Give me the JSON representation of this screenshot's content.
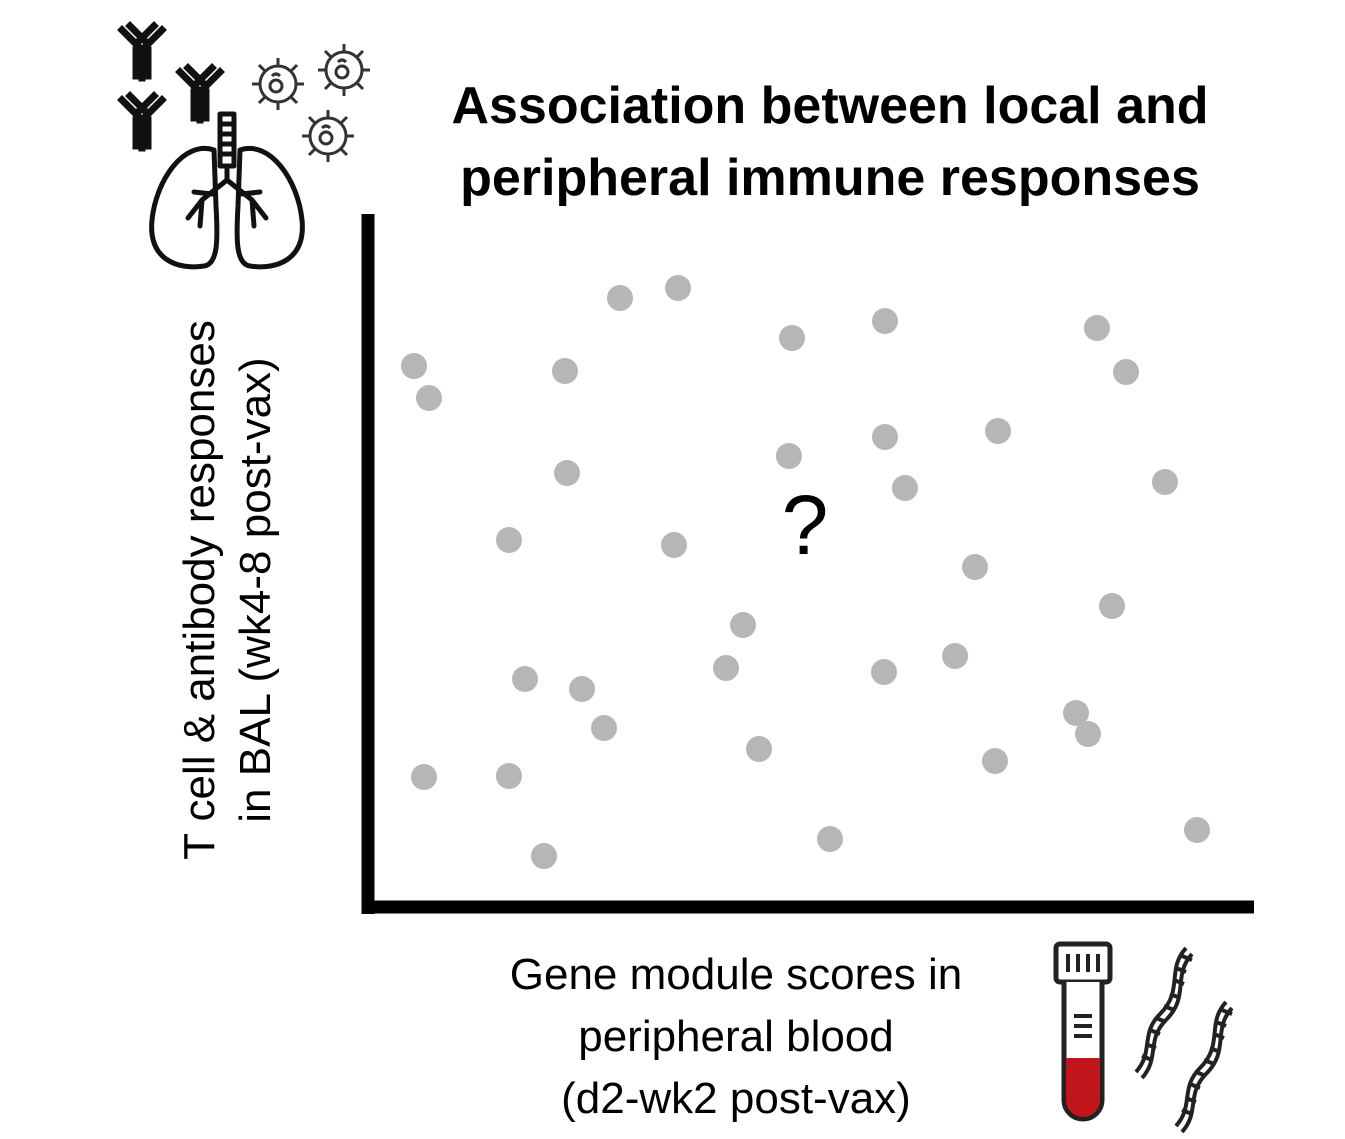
{
  "title": {
    "line1": "Association between local and",
    "line2": "peripheral immune responses"
  },
  "y_axis_label": {
    "line1": "T cell & antibody responses",
    "line2": "in BAL (wk4-8 post-vax)"
  },
  "x_axis_label": {
    "line1": "Gene module scores in",
    "line2": "peripheral blood",
    "line3": "(d2-wk2 post-vax)"
  },
  "center_annotation": "?",
  "icons": [
    "antibody-icon",
    "virus-icon",
    "lungs-icon",
    "blood-tube-icon",
    "dna-icon"
  ],
  "colors": {
    "points": "#b7b5b5",
    "axes": "#000000",
    "blood": "#c0161b"
  }
}
